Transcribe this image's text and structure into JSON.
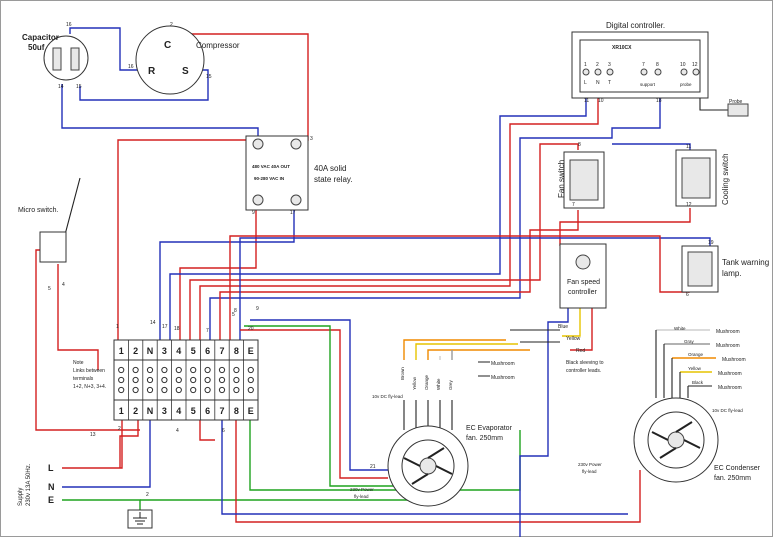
{
  "components": {
    "capacitor": {
      "title": "Capacitor",
      "value": "50uf"
    },
    "compressor": {
      "title": "Compressor",
      "pins": [
        "C",
        "R",
        "S"
      ]
    },
    "relay": {
      "title_1": "40A solid",
      "title_2": "state relay.",
      "line1": "480 VAC 40A OUT",
      "line2": "90-280 VAC IN",
      "pins": [
        "1",
        "2",
        "4",
        "3"
      ]
    },
    "digital_controller": {
      "title": "Digital controller.",
      "model": "XR10CX",
      "pins": [
        "1",
        "2",
        "3",
        "7",
        "8",
        "10",
        "12"
      ],
      "marks": [
        "L",
        "N",
        "T"
      ],
      "support_label": "support",
      "probe_label": "probe",
      "sensor_label": "Probe"
    },
    "micro_switch": {
      "title": "Micro switch."
    },
    "fan_switch": {
      "title": "Fan switch"
    },
    "cooling_switch": {
      "title": "Cooling switch"
    },
    "tank_lamp": {
      "title_1": "Tank warning",
      "title_2": "lamp."
    },
    "fan_speed": {
      "title_1": "Fan speed",
      "title_2": "controller"
    },
    "terminal_block": {
      "labels": [
        "1",
        "2",
        "N",
        "3",
        "4",
        "5",
        "6",
        "7",
        "8",
        "E"
      ]
    },
    "evaporator": {
      "title_1": "EC Evaporator",
      "title_2": "fan. 250mm",
      "power_1": "230v Power",
      "power_2": "fly-lead",
      "dc": "10v DC fly-lead"
    },
    "condenser": {
      "title_1": "EC Condenser",
      "title_2": "fan. 250mm",
      "power_1": "230v Power",
      "power_2": "fly-lead",
      "dc": "10v DC fly-lead"
    }
  },
  "notes": {
    "note_title": "Note",
    "note_l1": "Links between",
    "note_l2": "terminals",
    "note_l3": "1+2, N+3, 3+4.",
    "sleeving_1": "Black sleeving to",
    "sleeving_2": "controller leads.",
    "supply_1": "Supply",
    "supply_2": "230v 13A 50Hz."
  },
  "supply_lines": [
    "L",
    "N",
    "E"
  ],
  "wire_colours": {
    "evap": [
      "Brown",
      "Yellow",
      "Orange",
      "White",
      "Grey"
    ],
    "cond": [
      "White",
      "Gray",
      "Orange",
      "Yellow",
      "Black"
    ],
    "fsc": [
      "Blue",
      "Yellow",
      "Red"
    ]
  },
  "mushroom": "Mushroom",
  "wire_numbers": [
    "16",
    "2",
    "14",
    "15",
    "16",
    "15",
    "3",
    "9",
    "17",
    "11",
    "10",
    "18",
    "8",
    "7",
    "11",
    "12",
    "19",
    "6",
    "5",
    "4",
    "1",
    "14",
    "17",
    "18",
    "5",
    "7",
    "8",
    "9",
    "20",
    "13",
    "2",
    "4",
    "6",
    "2",
    "21"
  ],
  "colors": {
    "red": "#d42020",
    "blue": "#2330b8",
    "green": "#1fa31f",
    "black": "#222222"
  }
}
